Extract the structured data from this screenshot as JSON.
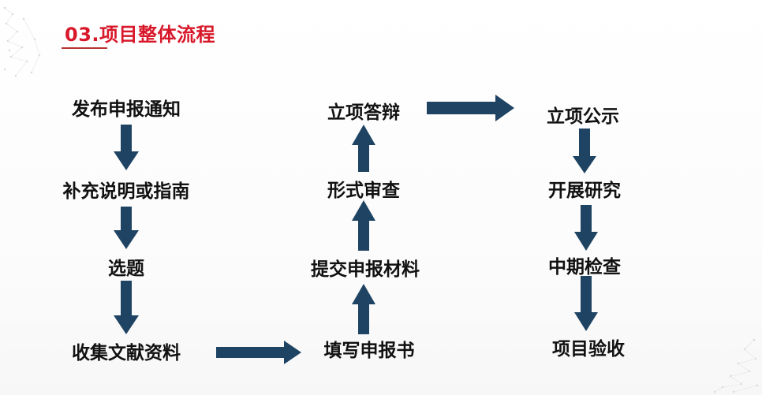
{
  "title": "03.项目整体流程",
  "colors": {
    "title": "#d8182a",
    "arrow": "#1f4463",
    "text": "#111111"
  },
  "columns": {
    "left": [
      "发布申报通知",
      "补充说明或指南",
      "选题",
      "收集文献资料"
    ],
    "middle": [
      "立项答辩",
      "形式审查",
      "提交申报材料",
      "填写申报书"
    ],
    "right": [
      "立项公示",
      "开展研究",
      "中期检查",
      "项目验收"
    ]
  }
}
